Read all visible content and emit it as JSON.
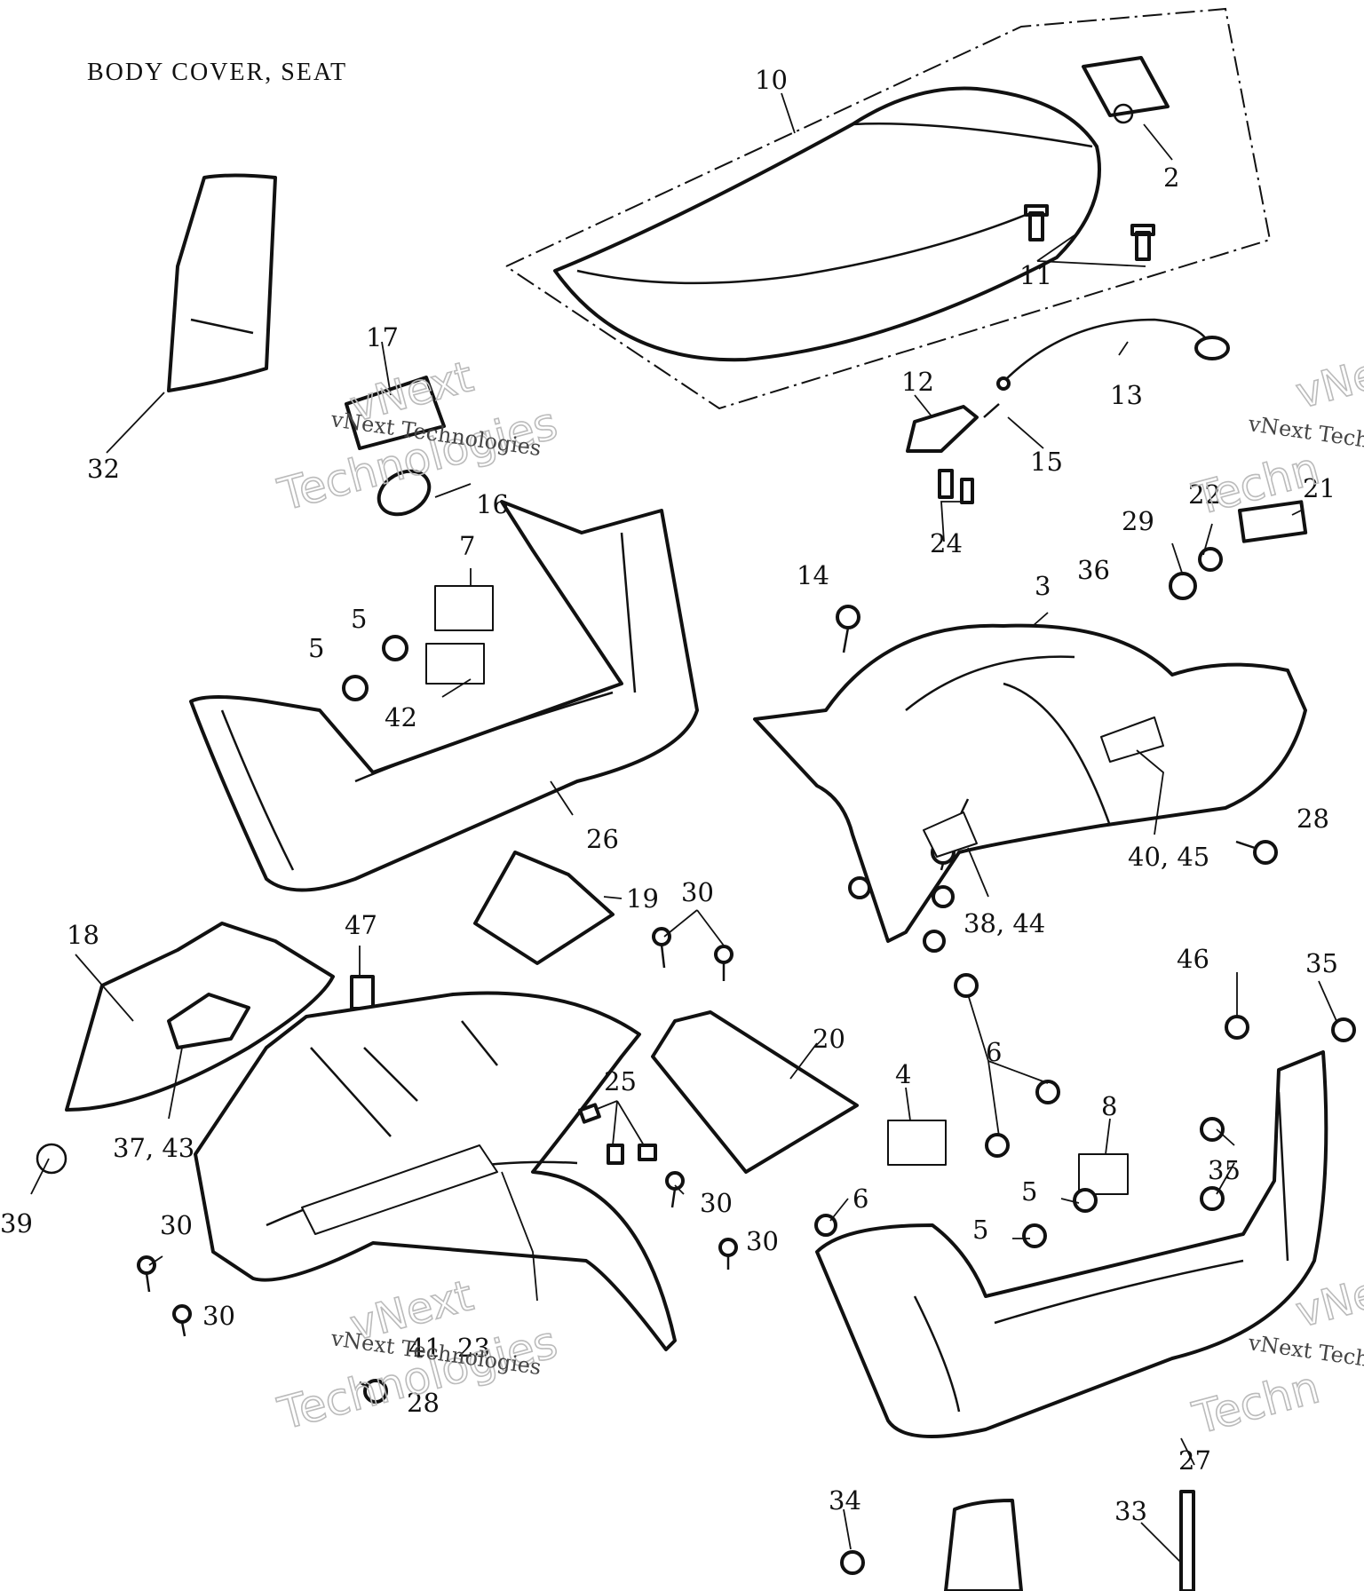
{
  "title": "BODY COVER, SEAT",
  "watermark": {
    "brand": "vNext",
    "company": "Technologies",
    "full": "vNext Technologies",
    "partial_left": "vNe",
    "partial_right": "Techn"
  },
  "callouts": {
    "c10": "10",
    "c2": "2",
    "c11": "11",
    "c13": "13",
    "c12": "12",
    "c15": "15",
    "c17": "17",
    "c32": "32",
    "c16": "16",
    "c7": "7",
    "c5a": "5",
    "c5b": "5",
    "c42": "42",
    "c24": "24",
    "c14": "14",
    "c3": "3",
    "c36": "36",
    "c29": "29",
    "c22": "22",
    "c21": "21",
    "c28a": "28",
    "c4045": "40, 45",
    "c3844": "38, 44",
    "c26": "26",
    "c19": "19",
    "c30a": "30",
    "c18": "18",
    "c47": "47",
    "c3743": "37, 43",
    "c39": "39",
    "c30b": "30",
    "c30c": "30",
    "c41": "41",
    "c23": "23",
    "c28b": "28",
    "c20": "20",
    "c25": "25",
    "c30d": "30",
    "c30e": "30",
    "c46": "46",
    "c35a": "35",
    "c6a": "6",
    "c4": "4",
    "c8": "8",
    "c35b": "35",
    "c5c": "5",
    "c5d": "5",
    "c6b": "6",
    "c27": "27",
    "c34": "34",
    "c33": "33"
  }
}
